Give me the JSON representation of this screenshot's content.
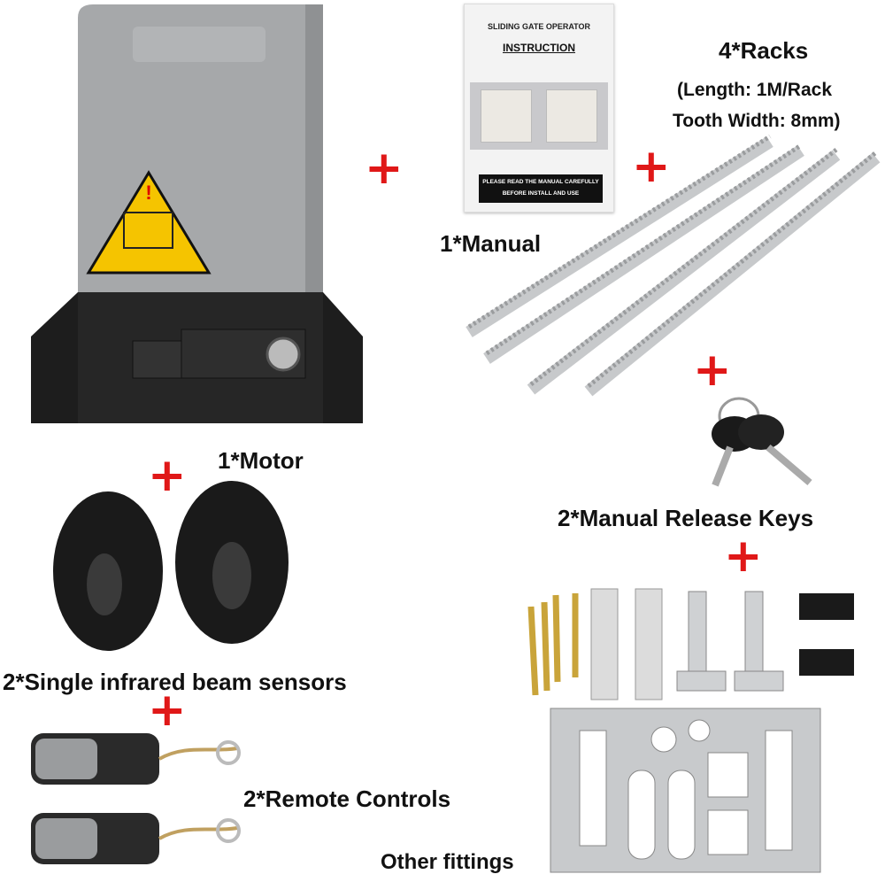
{
  "labels": {
    "racks": "4*Racks",
    "racks_length": "(Length: 1M/Rack",
    "racks_tooth": "Tooth Width: 8mm)",
    "manual": "1*Manual",
    "motor": "1*Motor",
    "sensors": "2*Single infrared beam sensors",
    "remotes": "2*Remote Controls",
    "keys": "2*Manual Release Keys",
    "fittings": "Other fittings"
  },
  "manual_cover": {
    "title": "SLIDING GATE OPERATOR",
    "heading": "INSTRUCTION",
    "footer_line1": "PLEASE READ THE MANUAL CAREFULLY",
    "footer_line2": "BEFORE INSTALL AND USE"
  },
  "plus_sign": "+",
  "colors": {
    "plus": "#e01818",
    "motor_top": "#a4a6a8",
    "motor_base": "#1c1c1c",
    "warning": "#f5c400"
  }
}
